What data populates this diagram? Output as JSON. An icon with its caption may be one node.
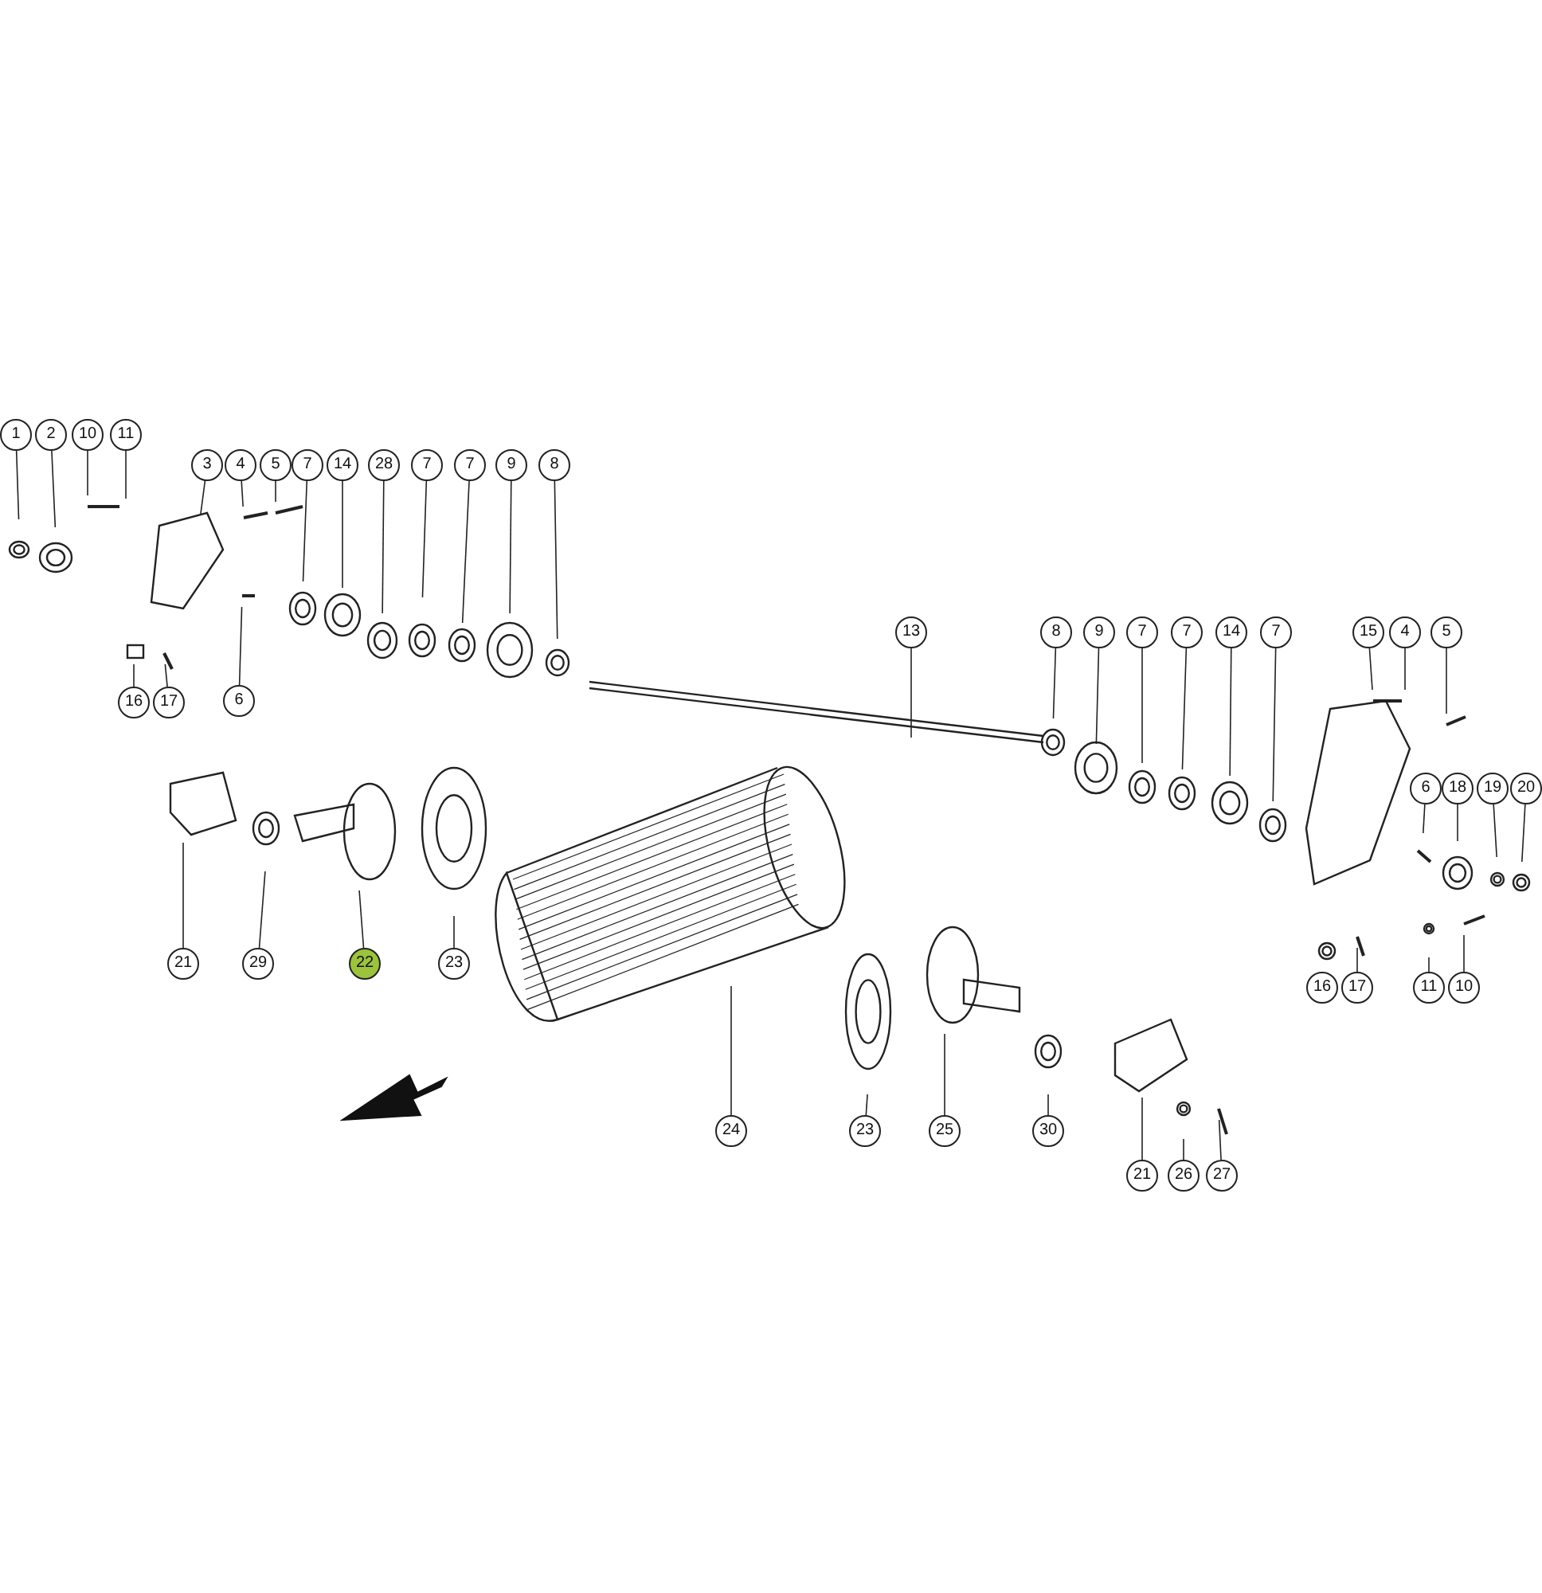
{
  "diagram": {
    "nodes": [
      {
        "text": [
          "1"
        ]
      },
      {
        "text": [
          "2"
        ]
      },
      {
        "text": [
          "10"
        ]
      },
      {
        "text": [
          "11"
        ]
      },
      {
        "text": [
          "3"
        ]
      },
      {
        "text": [
          "4"
        ]
      },
      {
        "text": [
          "5"
        ]
      },
      {
        "text": [
          "7"
        ]
      },
      {
        "text": [
          "14"
        ]
      },
      {
        "text": [
          "28"
        ]
      },
      {
        "text": [
          "7"
        ]
      },
      {
        "text": [
          "7"
        ]
      },
      {
        "text": [
          "9"
        ]
      },
      {
        "text": [
          "8"
        ]
      },
      {
        "text": [
          "13"
        ]
      },
      {
        "text": [
          "8"
        ]
      },
      {
        "text": [
          "9"
        ]
      },
      {
        "text": [
          "7"
        ]
      },
      {
        "text": [
          "7"
        ]
      },
      {
        "text": [
          "14"
        ]
      },
      {
        "text": [
          "7"
        ]
      },
      {
        "text": [
          "15"
        ]
      },
      {
        "text": [
          "4"
        ]
      },
      {
        "text": [
          "5"
        ]
      },
      {
        "text": [
          "16"
        ]
      },
      {
        "text": [
          "17"
        ]
      },
      {
        "text": [
          "6"
        ]
      },
      {
        "text": [
          "6"
        ]
      },
      {
        "text": [
          "18"
        ]
      },
      {
        "text": [
          "19"
        ]
      },
      {
        "text": [
          "20"
        ]
      },
      {
        "text": [
          "21"
        ]
      },
      {
        "text": [
          "29"
        ]
      },
      {
        "text": [
          "22"
        ]
      },
      {
        "text": [
          "23"
        ]
      },
      {
        "text": [
          "16"
        ]
      },
      {
        "text": [
          "17"
        ]
      },
      {
        "text": [
          "11"
        ]
      },
      {
        "text": [
          "10"
        ]
      },
      {
        "text": [
          "24"
        ]
      },
      {
        "text": [
          "23"
        ]
      },
      {
        "text": [
          "25"
        ]
      },
      {
        "text": [
          "30"
        ]
      },
      {
        "text": [
          "21"
        ]
      },
      {
        "text": [
          "26"
        ]
      },
      {
        "text": [
          "27"
        ]
      }
    ],
    "edges": [
      {
        "from": 0,
        "to": null,
        "arrow": "none"
      },
      {
        "from": 1,
        "to": null,
        "arrow": "none"
      },
      {
        "from": 2,
        "to": null,
        "arrow": "none"
      },
      {
        "from": 3,
        "to": null,
        "arrow": "none"
      },
      {
        "from": 4,
        "to": null,
        "arrow": "none"
      },
      {
        "from": 5,
        "to": null,
        "arrow": "none"
      },
      {
        "from": 6,
        "to": null,
        "arrow": "none"
      },
      {
        "from": 7,
        "to": null,
        "arrow": "none"
      },
      {
        "from": 8,
        "to": null,
        "arrow": "none"
      },
      {
        "from": 9,
        "to": null,
        "arrow": "none"
      },
      {
        "from": 10,
        "to": null,
        "arrow": "none"
      },
      {
        "from": 11,
        "to": null,
        "arrow": "none"
      },
      {
        "from": 12,
        "to": null,
        "arrow": "none"
      },
      {
        "from": 13,
        "to": null,
        "arrow": "none"
      },
      {
        "from": 14,
        "to": null,
        "arrow": "none"
      },
      {
        "from": 15,
        "to": null,
        "arrow": "none"
      },
      {
        "from": 16,
        "to": null,
        "arrow": "none"
      },
      {
        "from": 17,
        "to": null,
        "arrow": "none"
      },
      {
        "from": 18,
        "to": null,
        "arrow": "none"
      },
      {
        "from": 19,
        "to": null,
        "arrow": "none"
      },
      {
        "from": 20,
        "to": null,
        "arrow": "none"
      },
      {
        "from": 21,
        "to": null,
        "arrow": "none"
      },
      {
        "from": 22,
        "to": null,
        "arrow": "none"
      },
      {
        "from": 23,
        "to": null,
        "arrow": "none"
      },
      {
        "from": 24,
        "to": null,
        "arrow": "none"
      },
      {
        "from": 25,
        "to": null,
        "arrow": "none"
      },
      {
        "from": 26,
        "to": null,
        "arrow": "none"
      },
      {
        "from": 27,
        "to": null,
        "arrow": "none"
      },
      {
        "from": 28,
        "to": null,
        "arrow": "none"
      },
      {
        "from": 29,
        "to": null,
        "arrow": "none"
      },
      {
        "from": 30,
        "to": null,
        "arrow": "none"
      },
      {
        "from": 31,
        "to": null,
        "arrow": "none"
      },
      {
        "from": 32,
        "to": null,
        "arrow": "none"
      },
      {
        "from": 33,
        "to": null,
        "arrow": "none"
      },
      {
        "from": 34,
        "to": null,
        "arrow": "none"
      },
      {
        "from": 35,
        "to": null,
        "arrow": "none"
      },
      {
        "from": 36,
        "to": null,
        "arrow": "none"
      },
      {
        "from": 37,
        "to": null,
        "arrow": "none"
      },
      {
        "from": 38,
        "to": null,
        "arrow": "none"
      },
      {
        "from": 39,
        "to": null,
        "arrow": "none"
      },
      {
        "from": 40,
        "to": null,
        "arrow": "none"
      },
      {
        "from": 41,
        "to": null,
        "arrow": "none"
      },
      {
        "from": 42,
        "to": null,
        "arrow": "none"
      },
      {
        "from": 43,
        "to": null,
        "arrow": "none"
      },
      {
        "from": 44,
        "to": null,
        "arrow": "none"
      },
      {
        "from": 45,
        "to": null,
        "arrow": "none"
      }
    ]
  }
}
